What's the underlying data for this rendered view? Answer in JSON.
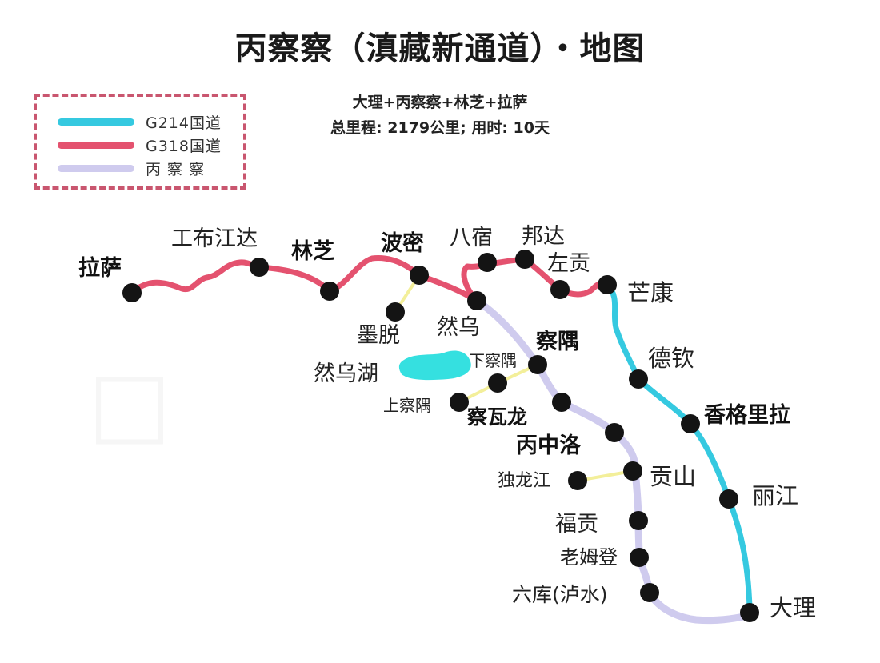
{
  "title": "丙察察（滇藏新通道）・地图",
  "subtitle": {
    "line1": "大理+丙察察+林芝+拉萨",
    "line2": "总里程: 2179公里; 用时: 10天"
  },
  "legend": [
    {
      "label": "G214国道",
      "color": "#35c9e0"
    },
    {
      "label": "G318国道",
      "color": "#e4526f"
    },
    {
      "label": "丙 察 察",
      "color": "#cfcbee"
    }
  ],
  "colors": {
    "g214": "#35c9e0",
    "g318": "#e4526f",
    "bingchacha": "#cfcbee",
    "side_road": "#f3ef9a",
    "lake": "#35e0e0",
    "node": "#141414"
  },
  "places": [
    {
      "name": "拉萨",
      "bold": true
    },
    {
      "name": "工布江达",
      "bold": false
    },
    {
      "name": "林芝",
      "bold": true
    },
    {
      "name": "波密",
      "bold": true
    },
    {
      "name": "八宿",
      "bold": false
    },
    {
      "name": "邦达",
      "bold": false
    },
    {
      "name": "左贡",
      "bold": false
    },
    {
      "name": "芒康",
      "bold": false
    },
    {
      "name": "墨脱",
      "bold": false
    },
    {
      "name": "然乌",
      "bold": false
    },
    {
      "name": "察隅",
      "bold": true
    },
    {
      "name": "下察隅",
      "bold": false
    },
    {
      "name": "上察隅",
      "bold": false
    },
    {
      "name": "察瓦龙",
      "bold": true
    },
    {
      "name": "丙中洛",
      "bold": true
    },
    {
      "name": "德钦",
      "bold": false
    },
    {
      "name": "香格里拉",
      "bold": true
    },
    {
      "name": "丽江",
      "bold": false
    },
    {
      "name": "独龙江",
      "bold": false
    },
    {
      "name": "贡山",
      "bold": false
    },
    {
      "name": "福贡",
      "bold": false
    },
    {
      "name": "老姆登",
      "bold": false
    },
    {
      "name": "六库(泸水)",
      "bold": false
    },
    {
      "name": "大理",
      "bold": false
    }
  ],
  "lake": {
    "name": "然乌湖"
  }
}
